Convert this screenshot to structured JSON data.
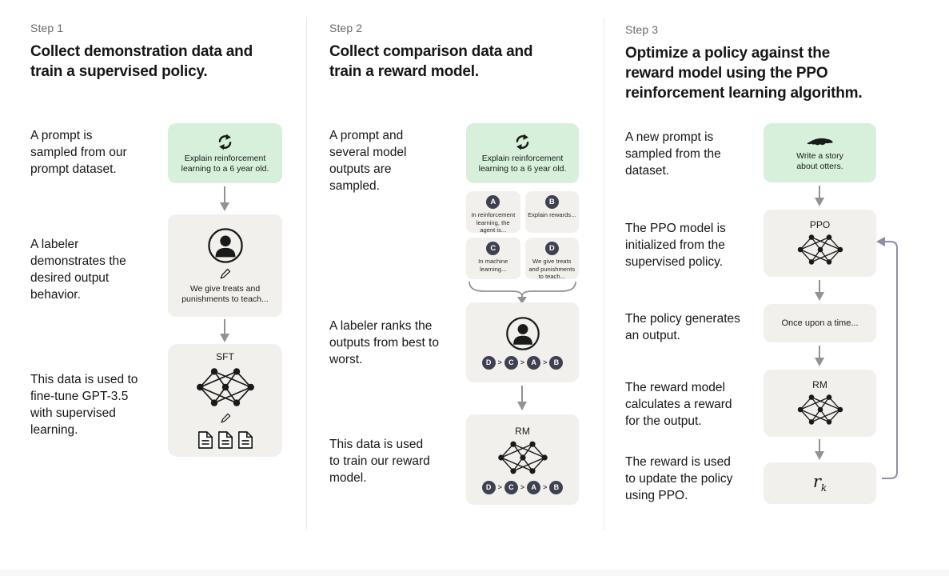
{
  "colors": {
    "bg": "#ffffff",
    "divider": "#e8e8e8",
    "footer-strip": "#f8f8f7",
    "green-card": "#d6f0db",
    "gray-card": "#f1f0ec",
    "chip": "#3f4150",
    "text": "#161616",
    "muted": "#6a6a6a",
    "arrow": "#929292",
    "loop-arrow": "#8d8da6",
    "icon": "#1a1a1a"
  },
  "rank_sep": ">",
  "steps": [
    {
      "label": "Step 1",
      "title": "Collect demonstration data and train a supervised policy.",
      "captions": [
        "A prompt is sampled from our prompt dataset.",
        "A labeler demonstrates the desired output behavior.",
        "This data is used to fine-tune GPT-3.5 with supervised learning."
      ],
      "prompt_card": {
        "icon": "cycle-icon",
        "text": "Explain reinforcement learning to a 6 year old."
      },
      "labeler_card": {
        "icons": [
          "person-icon",
          "pencil-icon"
        ],
        "text": "We give treats and punishments to teach..."
      },
      "model_card": {
        "label": "SFT",
        "icons": [
          "network-icon",
          "pencil-icon",
          "document-icon",
          "document-icon",
          "document-icon"
        ]
      }
    },
    {
      "label": "Step 2",
      "title": "Collect comparison data and train a reward model.",
      "captions": [
        "A prompt and several model outputs are sampled.",
        "A labeler ranks the outputs from best to worst.",
        "This data is used to train our reward model."
      ],
      "prompt_card": {
        "icon": "cycle-icon",
        "text": "Explain reinforcement learning to a 6 year old."
      },
      "outputs": [
        {
          "letter": "A",
          "text": "In reinforcement learning, the agent is..."
        },
        {
          "letter": "B",
          "text": "Explain rewards..."
        },
        {
          "letter": "C",
          "text": "In machine learning..."
        },
        {
          "letter": "D",
          "text": "We give treats and punishments to teach..."
        }
      ],
      "ranking": [
        "D",
        "C",
        "A",
        "B"
      ],
      "labeler_card": {
        "icon": "person-icon"
      },
      "model_card": {
        "label": "RM",
        "icon": "network-icon"
      }
    },
    {
      "label": "Step 3",
      "title": "Optimize a policy against the reward model using the PPO reinforcement learning algorithm.",
      "captions": [
        "A new prompt is sampled from the dataset.",
        "The PPO model is initialized from the supervised policy.",
        "The policy generates an output.",
        "The reward model calculates a reward for the output.",
        "The reward is used to update the policy using PPO."
      ],
      "prompt_card": {
        "icon": "otter-icon",
        "text": "Write a story about otters."
      },
      "ppo_card": {
        "label": "PPO",
        "icon": "network-icon"
      },
      "output_card": {
        "text": "Once upon a time..."
      },
      "rm_card": {
        "label": "RM",
        "icon": "network-icon"
      },
      "reward_card": {
        "symbol": "r",
        "subscript": "k"
      }
    }
  ]
}
